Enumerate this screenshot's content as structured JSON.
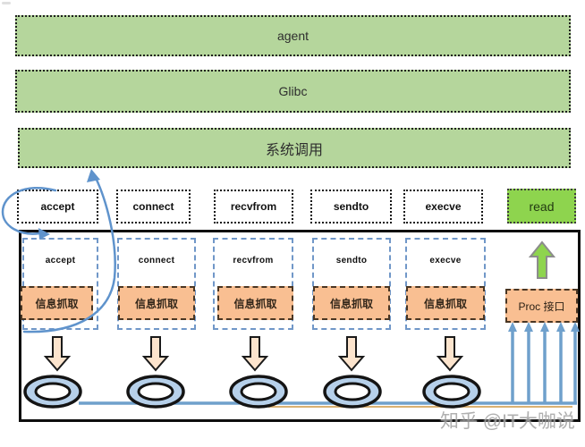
{
  "diagram": {
    "layers": {
      "agent": "agent",
      "glibc": "Glibc",
      "syscall": "系统调用"
    },
    "syscalls": [
      "accept",
      "connect",
      "recvfrom",
      "sendto",
      "execve"
    ],
    "read_label": "read",
    "columns": [
      {
        "label": "accept",
        "capture_label": "信息抓取"
      },
      {
        "label": "connect",
        "capture_label": "信息抓取"
      },
      {
        "label": "recvfrom",
        "capture_label": "信息抓取"
      },
      {
        "label": "sendto",
        "capture_label": "信息抓取"
      },
      {
        "label": "execve",
        "capture_label": "信息抓取"
      }
    ],
    "proc_label": "Proc 接口",
    "watermark": "知乎 @IT大咖说",
    "colors": {
      "layer_green": "#b5d69c",
      "read_green": "#8ed44e",
      "capture_orange": "#f9bf92",
      "down_arrow_peach": "#fce4cd",
      "flow_blue": "#6fa0cc",
      "curve_blue": "#5f93cc",
      "ellipse_blue": "#b6d0ea",
      "tan_line": "#d19e4f"
    }
  }
}
